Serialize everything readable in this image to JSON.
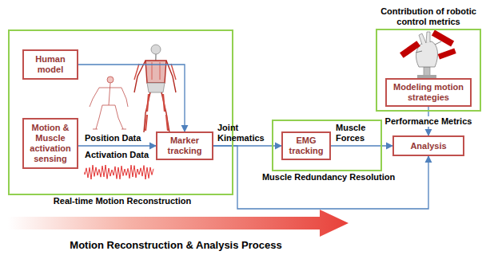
{
  "diagram": {
    "nodes": [
      {
        "text": [
          "Real-time Motion Reconstruction"
        ]
      },
      {
        "text": [
          "Human model"
        ],
        "in": 0
      },
      {
        "text": [
          "Motion & Muscle activation sensing"
        ],
        "in": 0
      },
      {
        "text": [
          "Marker tracking"
        ],
        "in": 0
      },
      {
        "text": [
          "Muscle Redundancy Resolution"
        ]
      },
      {
        "text": [
          "EMG tracking"
        ],
        "in": 4
      },
      {
        "text": [
          "Contribution of robotic control metrics"
        ]
      },
      {
        "text": [
          "Modeling motion strategies"
        ],
        "in": 6
      },
      {
        "text": [
          "Analysis"
        ]
      }
    ],
    "edges": [
      {
        "from": 1,
        "to": 3,
        "arrow": "to"
      },
      {
        "from": 2,
        "to": 3,
        "label": "Position Data",
        "arrow": "to"
      },
      {
        "from": 3,
        "to": 5,
        "label": "Joint Kinematics",
        "arrow": "to"
      },
      {
        "from": 3,
        "to": 8,
        "arrow": "to"
      },
      {
        "from": 5,
        "to": 8,
        "label": "Muscle Forces",
        "arrow": "to"
      },
      {
        "from": 7,
        "to": 8,
        "label": "Performance Metrics",
        "arrow": "to"
      }
    ],
    "labels": [
      "Activation Data",
      "Motion Reconstruction & Analysis Process"
    ]
  }
}
